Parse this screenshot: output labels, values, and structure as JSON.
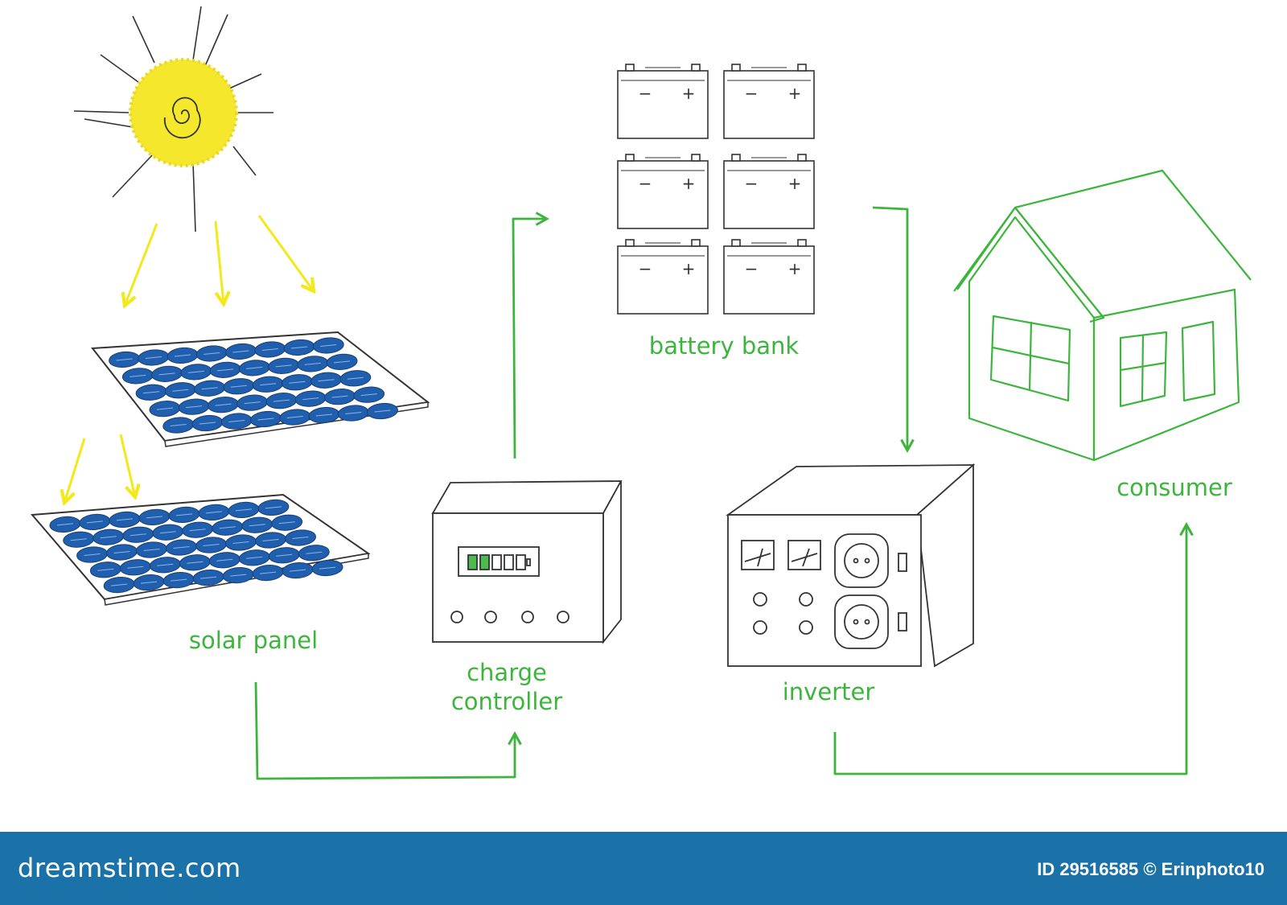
{
  "labels": {
    "solar_panel": "solar panel",
    "charge_controller_line1": "charge",
    "charge_controller_line2": "controller",
    "battery_bank": "battery bank",
    "inverter": "inverter",
    "consumer": "consumer"
  },
  "battery_terminals": {
    "minus": "−",
    "plus": "+"
  },
  "footer": {
    "brand": "dreamstime.com",
    "image_id": "ID 29516585 © Erinphoto10"
  },
  "charge_level": {
    "filled_segments": 2,
    "total_segments": 5
  },
  "colors": {
    "flow_arrow": "#3db53d",
    "sun": "#f5e72c",
    "sun_ray_arrow": "#f3e81a",
    "solar_cell": "#1f5fae",
    "outline": "#333333",
    "footer_bg": "#1a72a8"
  }
}
